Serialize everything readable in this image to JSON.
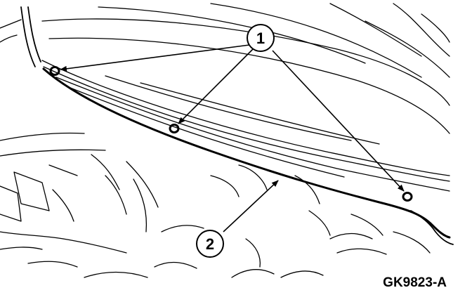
{
  "callouts": [
    {
      "label": "1",
      "meaning": ""
    },
    {
      "label": "2",
      "meaning": ""
    }
  ],
  "figure_id": "GK9823-A",
  "colors": {
    "ink": "#000000",
    "background": "#ffffff"
  }
}
